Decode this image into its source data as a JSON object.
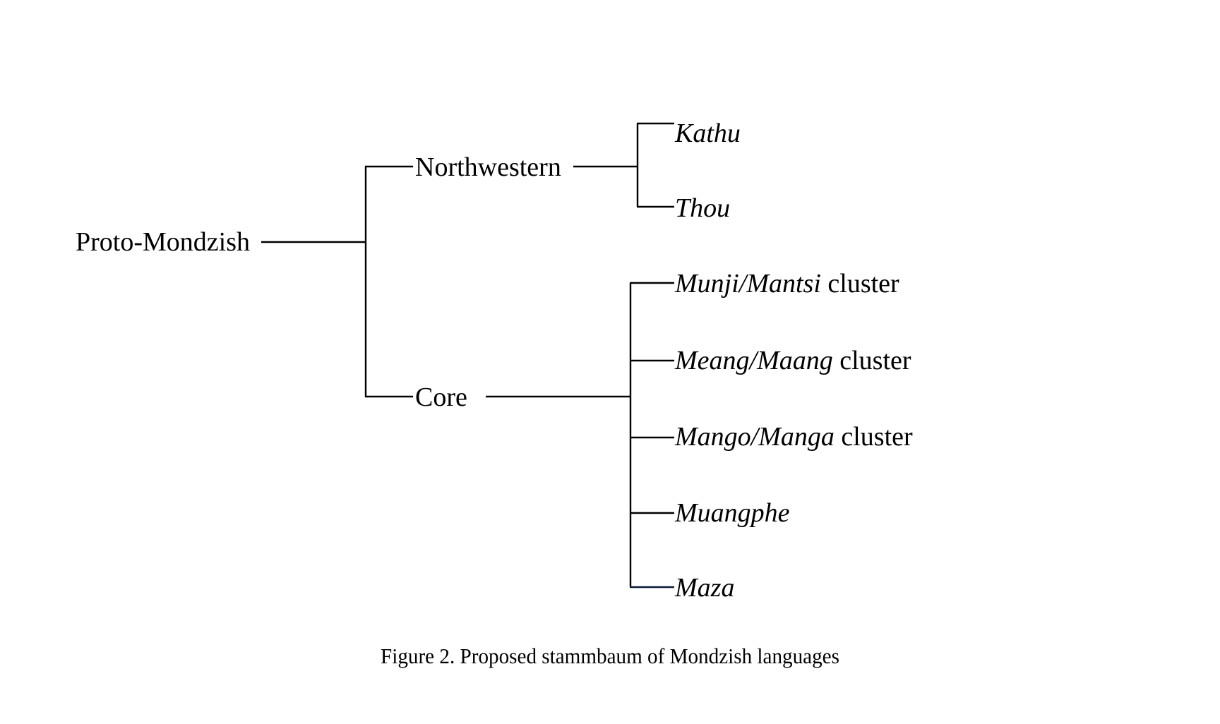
{
  "figure": {
    "caption": "Figure 2. Proposed stammbaum of Mondzish languages"
  },
  "tree": {
    "root": "Proto-Mondzish",
    "branches": [
      {
        "label": "Northwestern",
        "children": [
          {
            "name": "Kathu",
            "suffix": ""
          },
          {
            "name": "Thou",
            "suffix": ""
          }
        ]
      },
      {
        "label": "Core",
        "children": [
          {
            "name": "Munji/Mantsi",
            "suffix": " cluster"
          },
          {
            "name": "Meang/Maang",
            "suffix": " cluster"
          },
          {
            "name": "Mango/Manga",
            "suffix": " cluster"
          },
          {
            "name": "Muangphe",
            "suffix": ""
          },
          {
            "name": "Maza",
            "suffix": ""
          }
        ]
      }
    ]
  }
}
